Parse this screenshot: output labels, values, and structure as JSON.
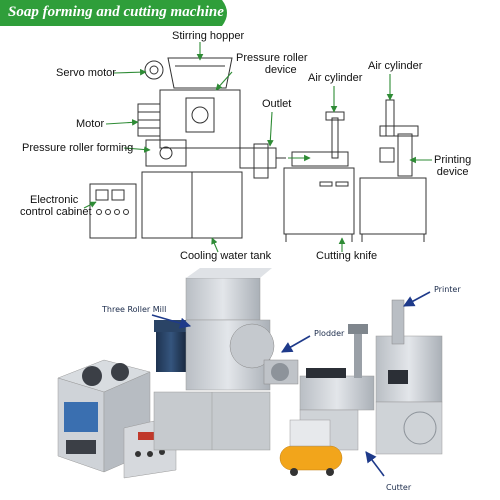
{
  "title": "Soap forming and cutting machine",
  "colors": {
    "banner": "#2f9e3a",
    "arrow_green": "#2e8b35",
    "arrow_blue": "#1e3a8a",
    "line_drawing": "#333333",
    "machine_gray": "#c9cdd2"
  },
  "diagram_labels": {
    "stirring_hopper": "Stirring hopper",
    "pressure_roller_device_1": "Pressure roller",
    "pressure_roller_device_2": "device",
    "servo_motor": "Servo motor",
    "motor": "Motor",
    "pressure_roller_forming": "Pressure roller forming",
    "electronic_control_cabinet_1": "Electronic",
    "electronic_control_cabinet_2": "control cabinet",
    "outlet": "Outlet",
    "air_cylinder_left": "Air cylinder",
    "air_cylinder_right": "Air cylinder",
    "printing_device_1": "Printing",
    "printing_device_2": "device",
    "cooling_water_tank": "Cooling water tank",
    "cutting_knife": "Cutting knife"
  },
  "photo_labels": {
    "three_roller_mill": "Three Roller Mill",
    "plodder": "Plodder",
    "printer": "Printer",
    "cutter": "Cutter"
  }
}
